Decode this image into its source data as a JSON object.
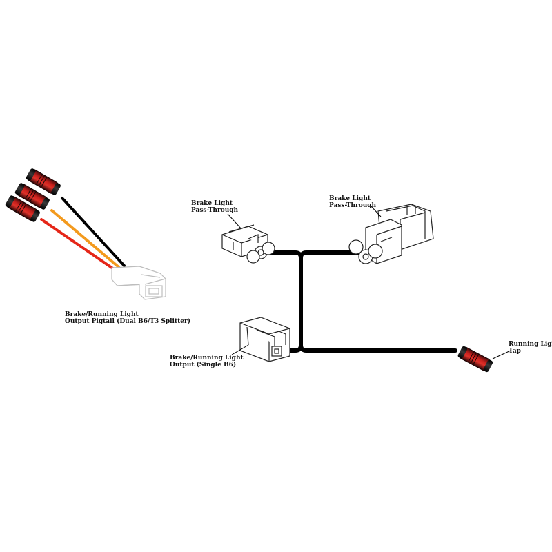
{
  "labels": {
    "pigtail": {
      "line1": "Brake/Running Light",
      "line2": "Output Pigtail (Dual B6/T3 Splitter)"
    },
    "pass_through_left": {
      "line1": "Brake Light",
      "line2": "Pass-Through"
    },
    "pass_through_right": {
      "line1": "Brake Light",
      "line2": "Pass-Through"
    },
    "output_single": {
      "line1": "Brake/Running Light",
      "line2": "Output (Single B6)"
    },
    "running_tap": {
      "line1": "Running Light",
      "line2": "Tap"
    }
  },
  "colors": {
    "wire_black": "#000000",
    "wire_orange": "#f39a1e",
    "wire_red": "#e52618",
    "tap_red": "#c8201c",
    "tap_dark": "#1a0606",
    "connector_fill": "#ffffff",
    "connector_stroke": "#222222",
    "pigtail_connector_stroke": "#bdbdbd"
  }
}
